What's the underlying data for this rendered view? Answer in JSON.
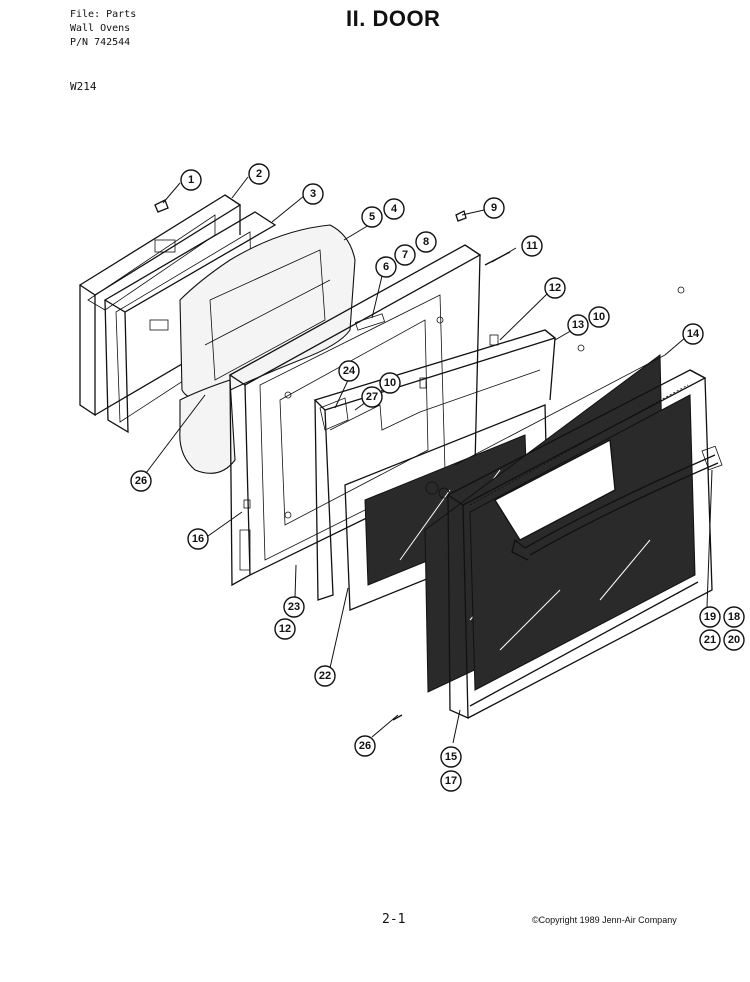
{
  "header": {
    "file_line": "File: Parts",
    "category_line": "Wall Ovens",
    "pn_line": "P/N 742544",
    "model": "W214",
    "title": "II. DOOR"
  },
  "footer": {
    "page_number": "2-1",
    "copyright": "©Copyright 1989 Jenn-Air Company"
  },
  "callouts": [
    "1",
    "2",
    "3",
    "4",
    "5",
    "6",
    "7",
    "8",
    "9",
    "10",
    "10",
    "11",
    "12",
    "12",
    "13",
    "14",
    "15",
    "16",
    "17",
    "18",
    "19",
    "20",
    "21",
    "22",
    "23",
    "24",
    "26",
    "26",
    "27"
  ]
}
